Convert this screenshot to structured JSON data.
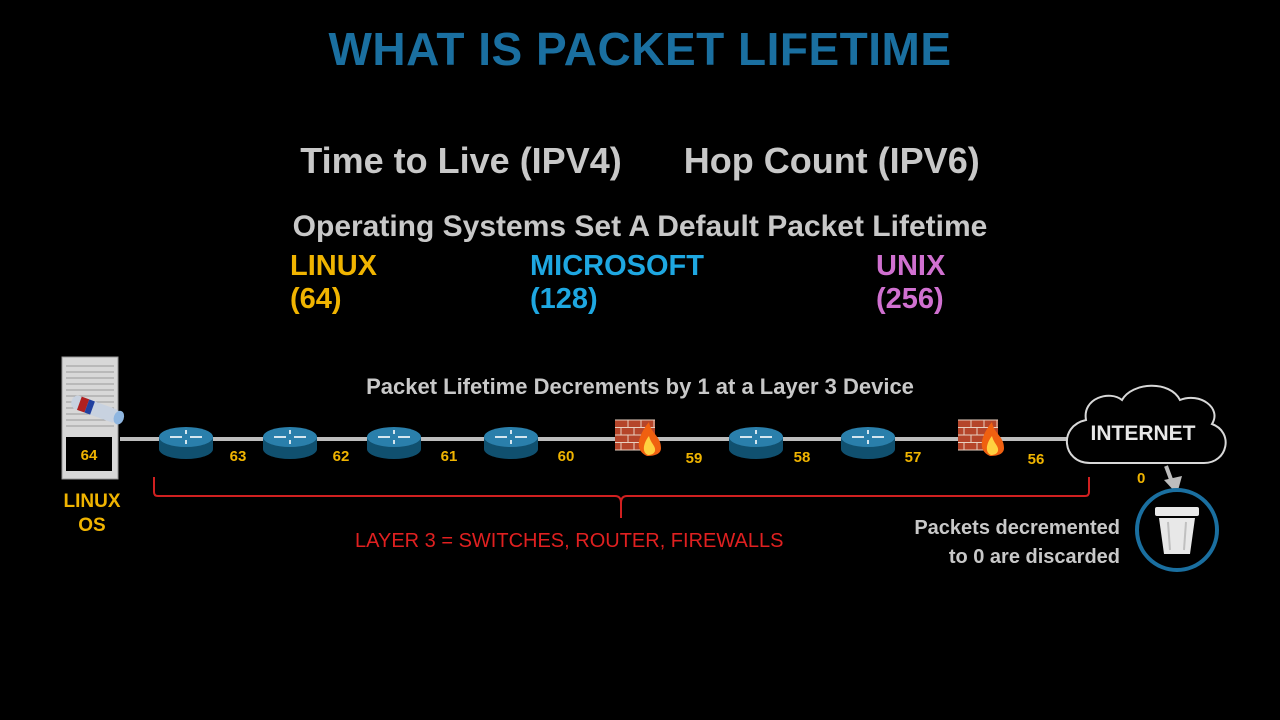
{
  "title": "WHAT IS PACKET LIFETIME",
  "subtitle": {
    "ipv4": "Time to Live (IPV4)",
    "ipv6": "Hop Count (IPV6)"
  },
  "os_heading": "Operating Systems Set A Default Packet Lifetime",
  "os_defaults": [
    {
      "label": "LINUX (64)",
      "color": "#f0b400"
    },
    {
      "label": "MICROSOFT (128)",
      "color": "#1ea7e1"
    },
    {
      "label": "UNIX (256)",
      "color": "#d070d0"
    }
  ],
  "diagram": {
    "caption": "Packet Lifetime Decrements by 1 at a Layer 3 Device",
    "source": {
      "ttl": "64",
      "label_line1": "LINUX",
      "label_line2": "OS"
    },
    "hops": [
      {
        "device": "router",
        "ttl": "63"
      },
      {
        "device": "router",
        "ttl": "62"
      },
      {
        "device": "router",
        "ttl": "61"
      },
      {
        "device": "router",
        "ttl": "60"
      },
      {
        "device": "firewall",
        "ttl": "59"
      },
      {
        "device": "router",
        "ttl": "58"
      },
      {
        "device": "router",
        "ttl": "57"
      },
      {
        "device": "firewall",
        "ttl": "56"
      }
    ],
    "destination": "INTERNET",
    "final_ttl": "0",
    "layer3_note": "LAYER 3 = SWITCHES, ROUTER, FIREWALLS",
    "discard_line1": "Packets decremented",
    "discard_line2": "to 0 are discarded",
    "icons": [
      "server-icon",
      "router-icon",
      "firewall-icon",
      "cloud-icon",
      "trash-icon"
    ]
  }
}
